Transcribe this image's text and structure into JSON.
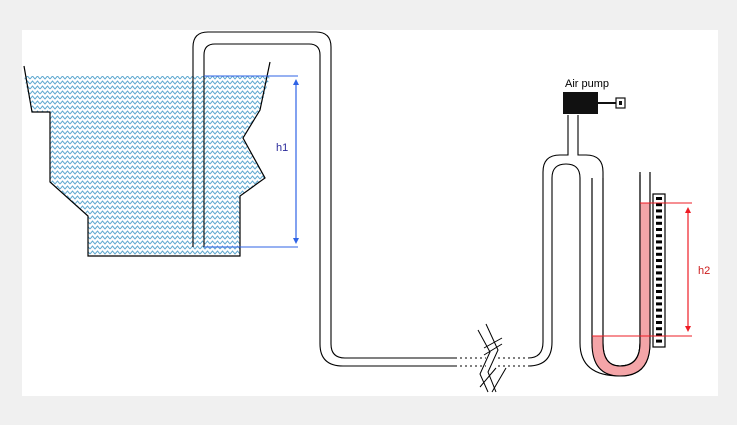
{
  "labels": {
    "air_pump": "Air pump",
    "h1": "h1",
    "h2": "h2"
  },
  "colors": {
    "background": "#f0f0f0",
    "panel": "#ffffff",
    "water_lines": "#5fa8d0",
    "h1_marker": "#2f63e6",
    "h2_marker": "#ee1c24",
    "manometer_fluid": "#f4a5a8",
    "pump_body": "#111111",
    "pipe": "#000000"
  },
  "icons": {
    "air_pump": "air-pump-icon",
    "pipe_break": "pipe-break-icon",
    "scale": "ruler-scale-icon"
  }
}
